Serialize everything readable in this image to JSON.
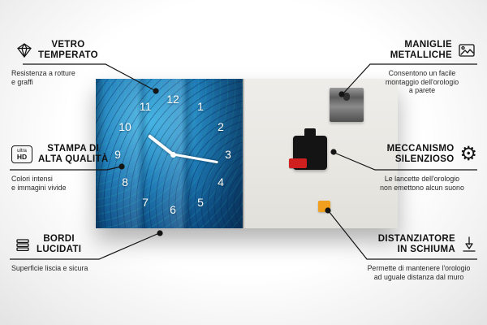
{
  "clock": {
    "numbers": [
      "1",
      "2",
      "3",
      "4",
      "5",
      "6",
      "7",
      "8",
      "9",
      "10",
      "11",
      "12"
    ]
  },
  "icons": {
    "gear": "⚙",
    "ultra_hd_top": "ultra",
    "ultra_hd_bottom": "HD"
  },
  "colors": {
    "clock_blue": "#1e7ab6",
    "foam_orange": "#f0a01e",
    "battery_red": "#cf1f1f",
    "line_black": "#141414"
  },
  "callouts": {
    "vetro": {
      "title_line1": "VETRO",
      "title_line2": "TEMPERATO",
      "desc_line1": "Resistenza a rotture",
      "desc_line2": "e graffi"
    },
    "stampa": {
      "title_line1": "STAMPA DI",
      "title_line2": "ALTA QUALITÀ",
      "desc_line1": "Colori intensi",
      "desc_line2": "e immagini vivide"
    },
    "bordi": {
      "title_line1": "BORDI",
      "title_line2": "LUCIDATI",
      "desc_line1": "Superficie liscia e sicura"
    },
    "maniglie": {
      "title_line1": "MANIGLIE",
      "title_line2": "METALLICHE",
      "desc_line1": "Consentono un facile",
      "desc_line2": "montaggio dell'orologio",
      "desc_line3": "a parete"
    },
    "meccanismo": {
      "title_line1": "MECCANISMO",
      "title_line2": "SILENZIOSO",
      "desc_line1": "Le lancette dell'orologio",
      "desc_line2": "non emettono alcun suono"
    },
    "distanziatore": {
      "title_line1": "DISTANZIATORE",
      "title_line2": "IN SCHIUMA",
      "desc_line1": "Permette di mantenere l'orologio",
      "desc_line2": "ad uguale distanza dal muro"
    }
  }
}
